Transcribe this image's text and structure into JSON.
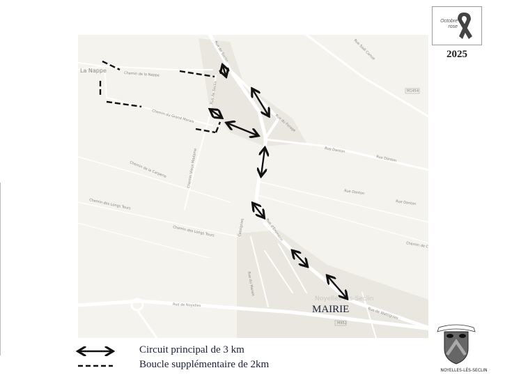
{
  "badge": {
    "logo_text_line1": "Octobre",
    "logo_text_line2": "rose",
    "year": "2025"
  },
  "map": {
    "place_labels": {
      "la_nappe": "La Nappe",
      "mairie": "MAIRIE",
      "town": "Noyelles-lès-Seclin"
    },
    "street_labels": {
      "chemin_nappe": "Chemin de la Nappe",
      "rue_seclin_1": "Rue de Seclin",
      "rue_seclin_2": "Rue de Seclin",
      "grand_marais": "Chemin du Grand Marais",
      "rue_forage": "Rue du Forage",
      "rue_sadi_carnot": "Rue Sadi Carnot",
      "carperie": "Chemin de la Carperie",
      "vieux_madame": "Chemin Vieux Madame",
      "danton_1": "Rue Danton",
      "danton_2": "Rue Danton",
      "danton_3": "Rue Danton",
      "danton_4": "Rue Danton",
      "longs_tours_1": "Chemin des Longs Tours",
      "longs_tours_2": "Chemin des Longs Tours",
      "cassignies": "Cassignies",
      "rue_emmerin": "Rue d'Emmerin",
      "rue_marais": "Rue du Marais",
      "rue_noyelles": "Rue de Noyelles",
      "rue_wattignies": "Rue de Wattignies",
      "chemin_c": "Chemin de C",
      "route_m1454": "M1454",
      "route_m952": "M952"
    }
  },
  "legend": {
    "main_circuit": "Circuit principal de 3 km",
    "extra_loop": "Boucle supplémentaire de 2km"
  },
  "crest": {
    "caption": "NOYELLES-LÈS-SECLIN"
  },
  "colors": {
    "map_bg": "#f5f3ee",
    "road": "#ffffff",
    "built": "#e9e7df",
    "route": "#111111"
  }
}
